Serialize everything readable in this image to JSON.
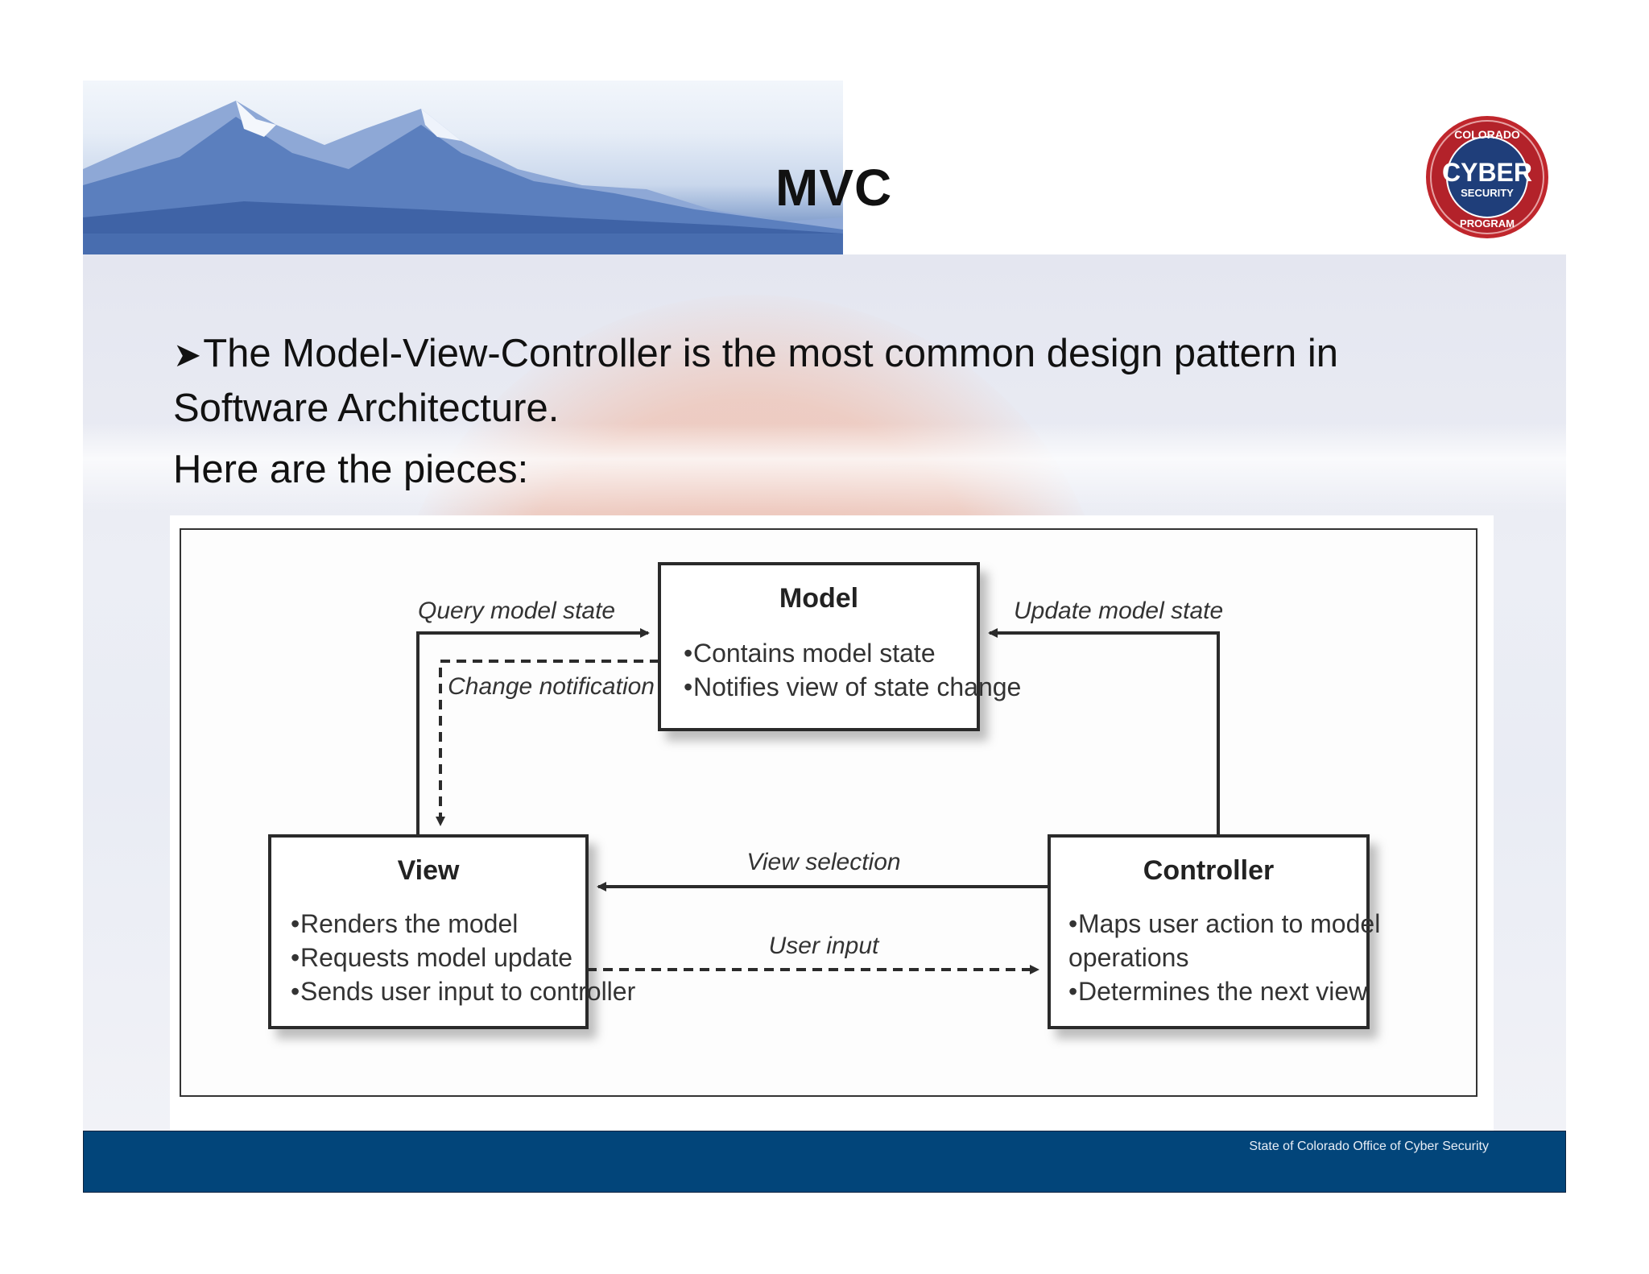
{
  "slide": {
    "title": "MVC",
    "bullet_line1": "The Model-View-Controller is the most common design pattern in",
    "bullet_line2": "Software Architecture.",
    "line3": "Here are the pieces:",
    "footer": "State of Colorado Office of Cyber Security"
  },
  "logo": {
    "top_text": "COLORADO",
    "main_text": "CYBER",
    "sub_text": "SECURITY",
    "bottom_text": "PROGRAM"
  },
  "diagram": {
    "model": {
      "title": "Model",
      "items": [
        "Contains model state",
        "Notifies view of state change"
      ]
    },
    "view": {
      "title": "View",
      "items": [
        "Renders the model",
        "Requests model update",
        "Sends user input to controller"
      ]
    },
    "controller": {
      "title": "Controller",
      "items": [
        "Maps user action to model",
        "operations",
        "Determines the next view"
      ]
    },
    "edges": {
      "query": "Query model state",
      "change": "Change notification",
      "update": "Update model state",
      "view_selection": "View selection",
      "user_input": "User input"
    }
  },
  "colors": {
    "footer": "#02457a",
    "logo_ring": "#c0262c",
    "logo_center": "#1f3e7a"
  }
}
